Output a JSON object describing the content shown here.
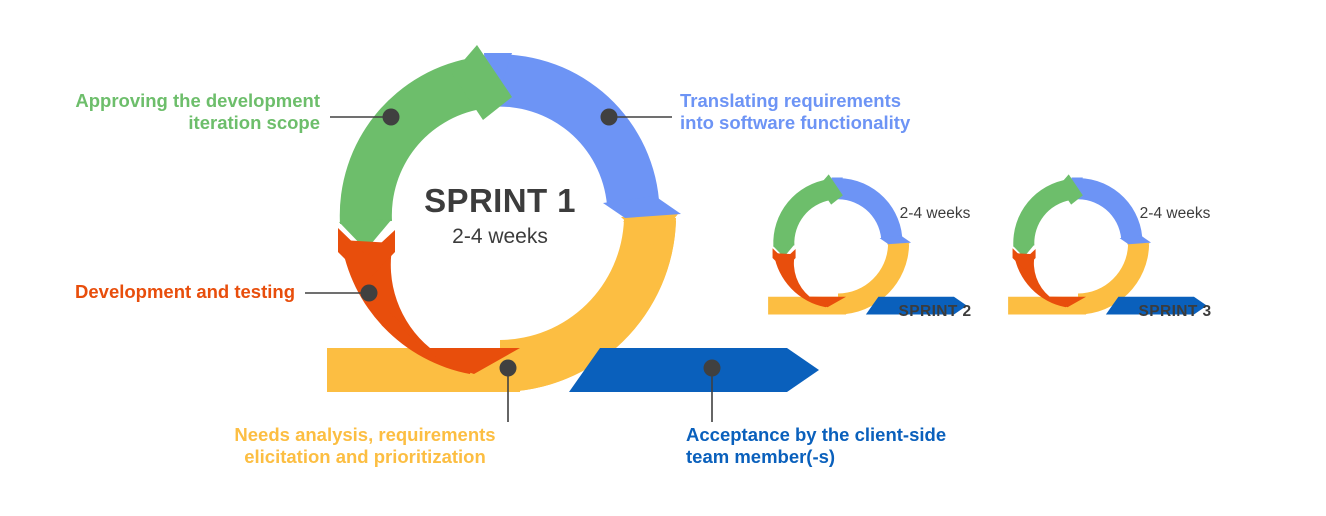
{
  "diagram": {
    "title": "Agile sprint iteration cycle",
    "type": "process-cycle",
    "colors": {
      "green": "#6DBE6B",
      "periwinkle": "#6D94F5",
      "orange": "#E84E0C",
      "amber": "#FCBE42",
      "dark_blue": "#0A60BC",
      "marker": "#404040",
      "text_dark": "#3C3C3C",
      "background": "#FFFFFF"
    },
    "sprints": [
      {
        "id": "sprint-1",
        "name": "SPRINT 1",
        "duration": "2-4 weeks",
        "scale": "large",
        "stages": [
          {
            "key": "requirements",
            "color": "#6D94F5",
            "label": "Translating requirements into software functionality"
          },
          {
            "key": "needs",
            "color": "#FCBE42",
            "label": "Needs analysis, requirements elicitation and prioritization"
          },
          {
            "key": "development",
            "color": "#E84E0C",
            "label": "Development and testing"
          },
          {
            "key": "approval",
            "color": "#6DBE6B",
            "label": "Approving the development iteration scope"
          },
          {
            "key": "acceptance",
            "color": "#0A60BC",
            "label": "Acceptance by the client-side team member(-s)"
          }
        ]
      },
      {
        "id": "sprint-2",
        "name": "SPRINT 2",
        "duration": "2-4 weeks",
        "scale": "small"
      },
      {
        "id": "sprint-3",
        "name": "SPRINT 3",
        "duration": "2-4 weeks",
        "scale": "small"
      }
    ],
    "labels": {
      "approve_line1": "Approving the development",
      "approve_line2": "iteration scope",
      "translate_line1": "Translating requirements",
      "translate_line2": "into software functionality",
      "development": "Development and testing",
      "needs_line1": "Needs analysis, requirements",
      "needs_line2": "elicitation and prioritization",
      "accept_line1": "Acceptance by the client-side",
      "accept_line2": "team member(-s)"
    }
  }
}
